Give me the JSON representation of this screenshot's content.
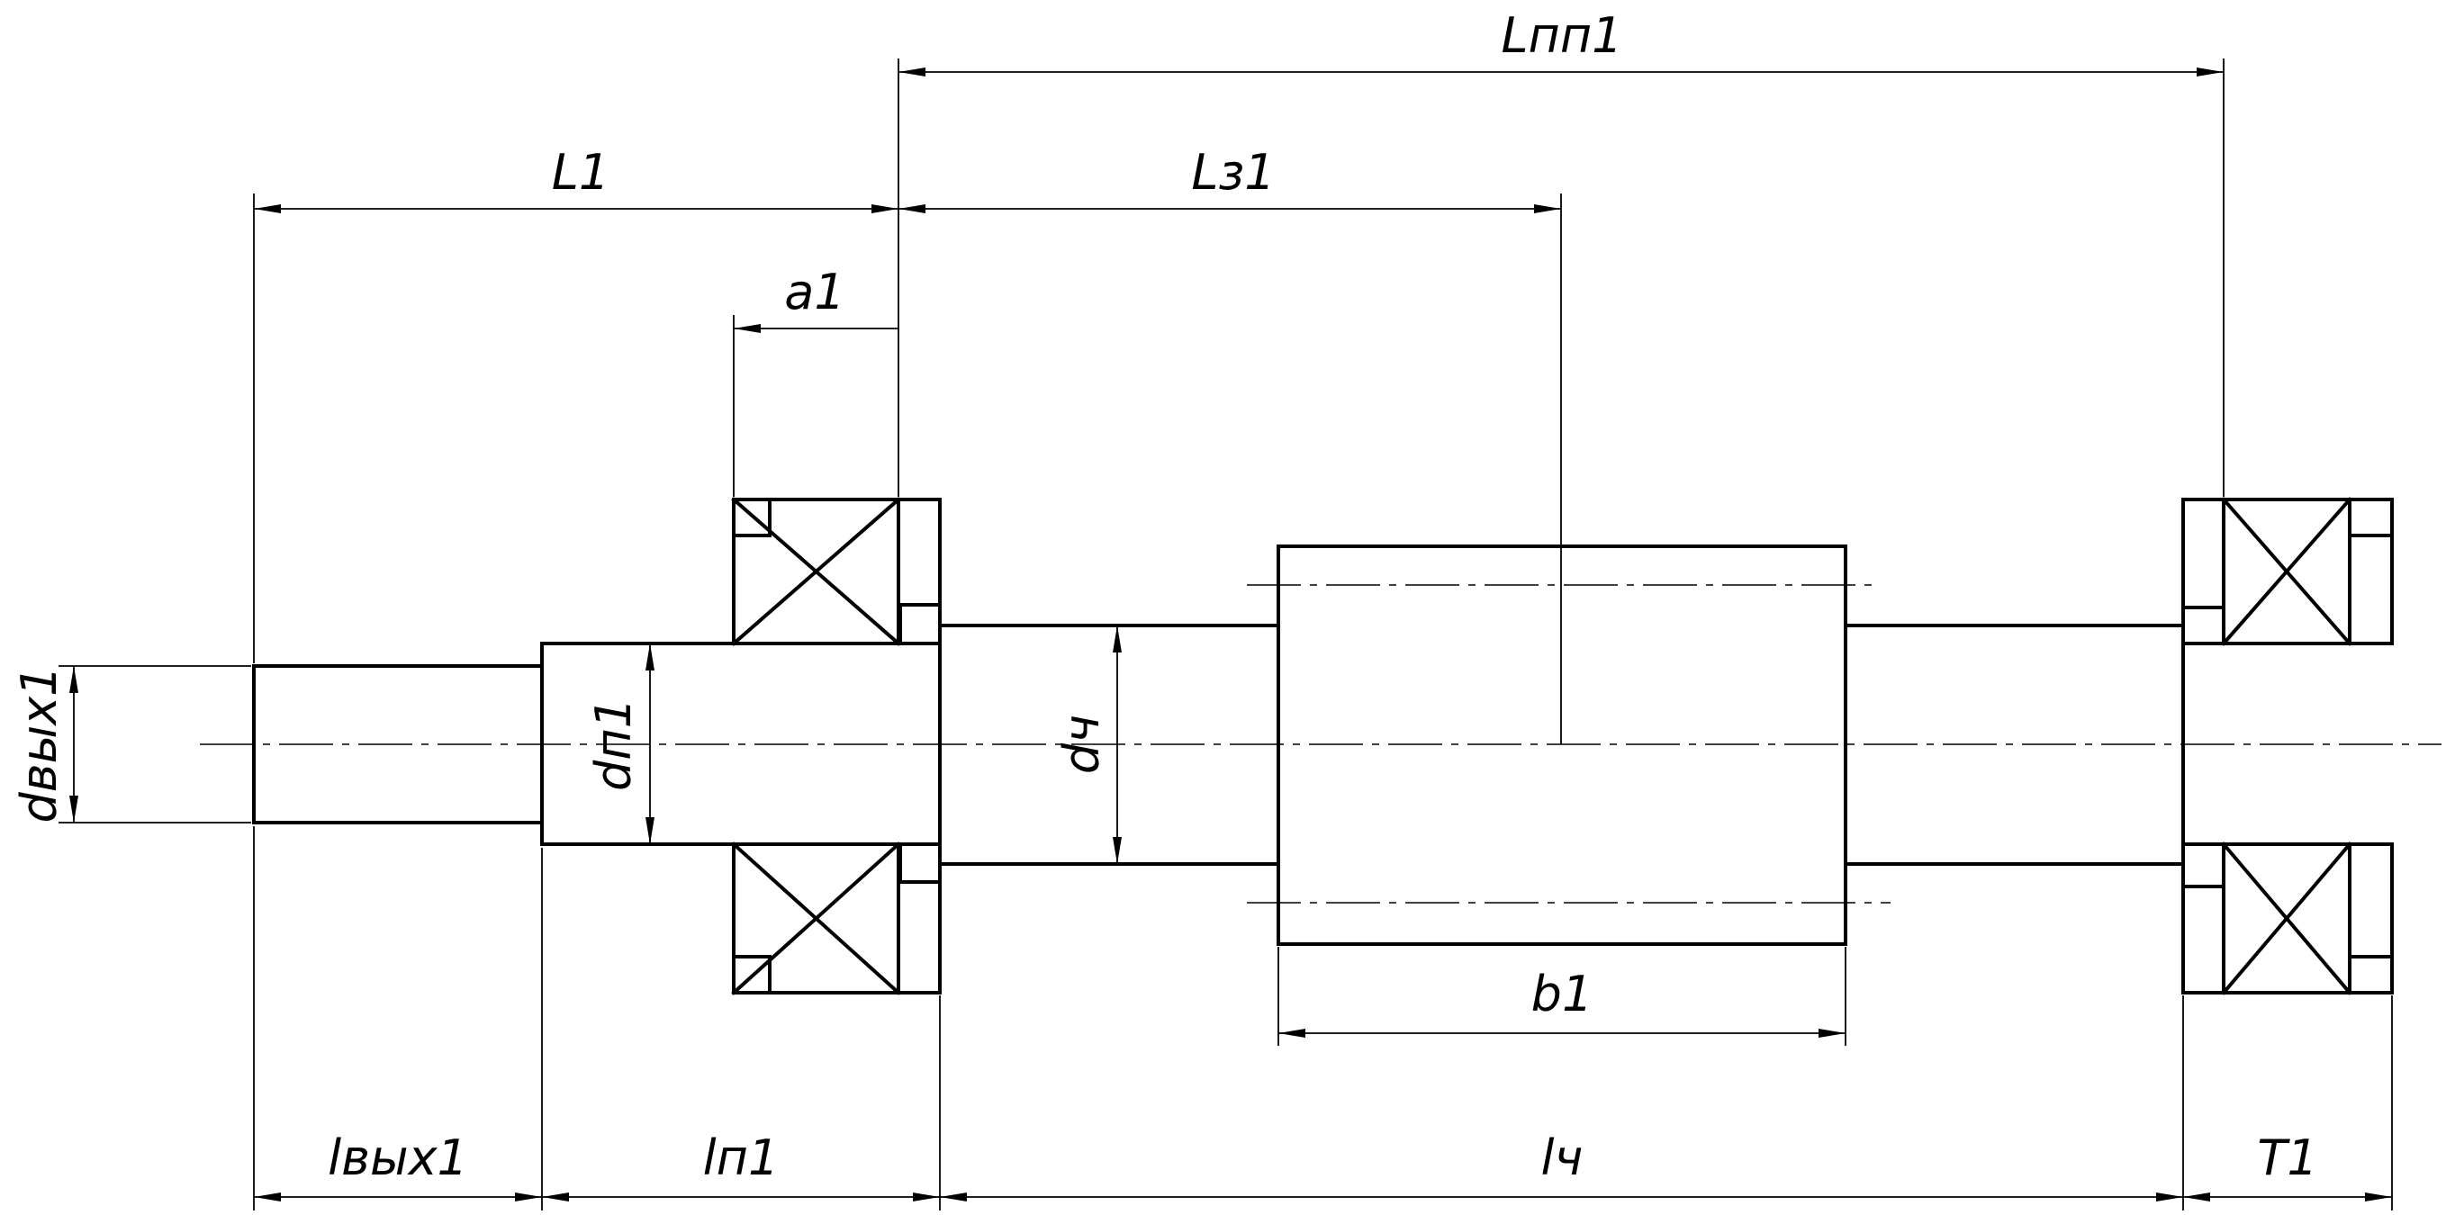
{
  "labels": {
    "L_pp1": "Lпп1",
    "L1": "L1",
    "L_z1": "Lз1",
    "a1": "a1",
    "d_vyh1": "dвых1",
    "d_p1": "dп1",
    "d_ch": "dч",
    "b1": "b1",
    "l_vyh1": "lвых1",
    "l_p1": "lп1",
    "l_ch": "lч",
    "T1": "T1"
  }
}
